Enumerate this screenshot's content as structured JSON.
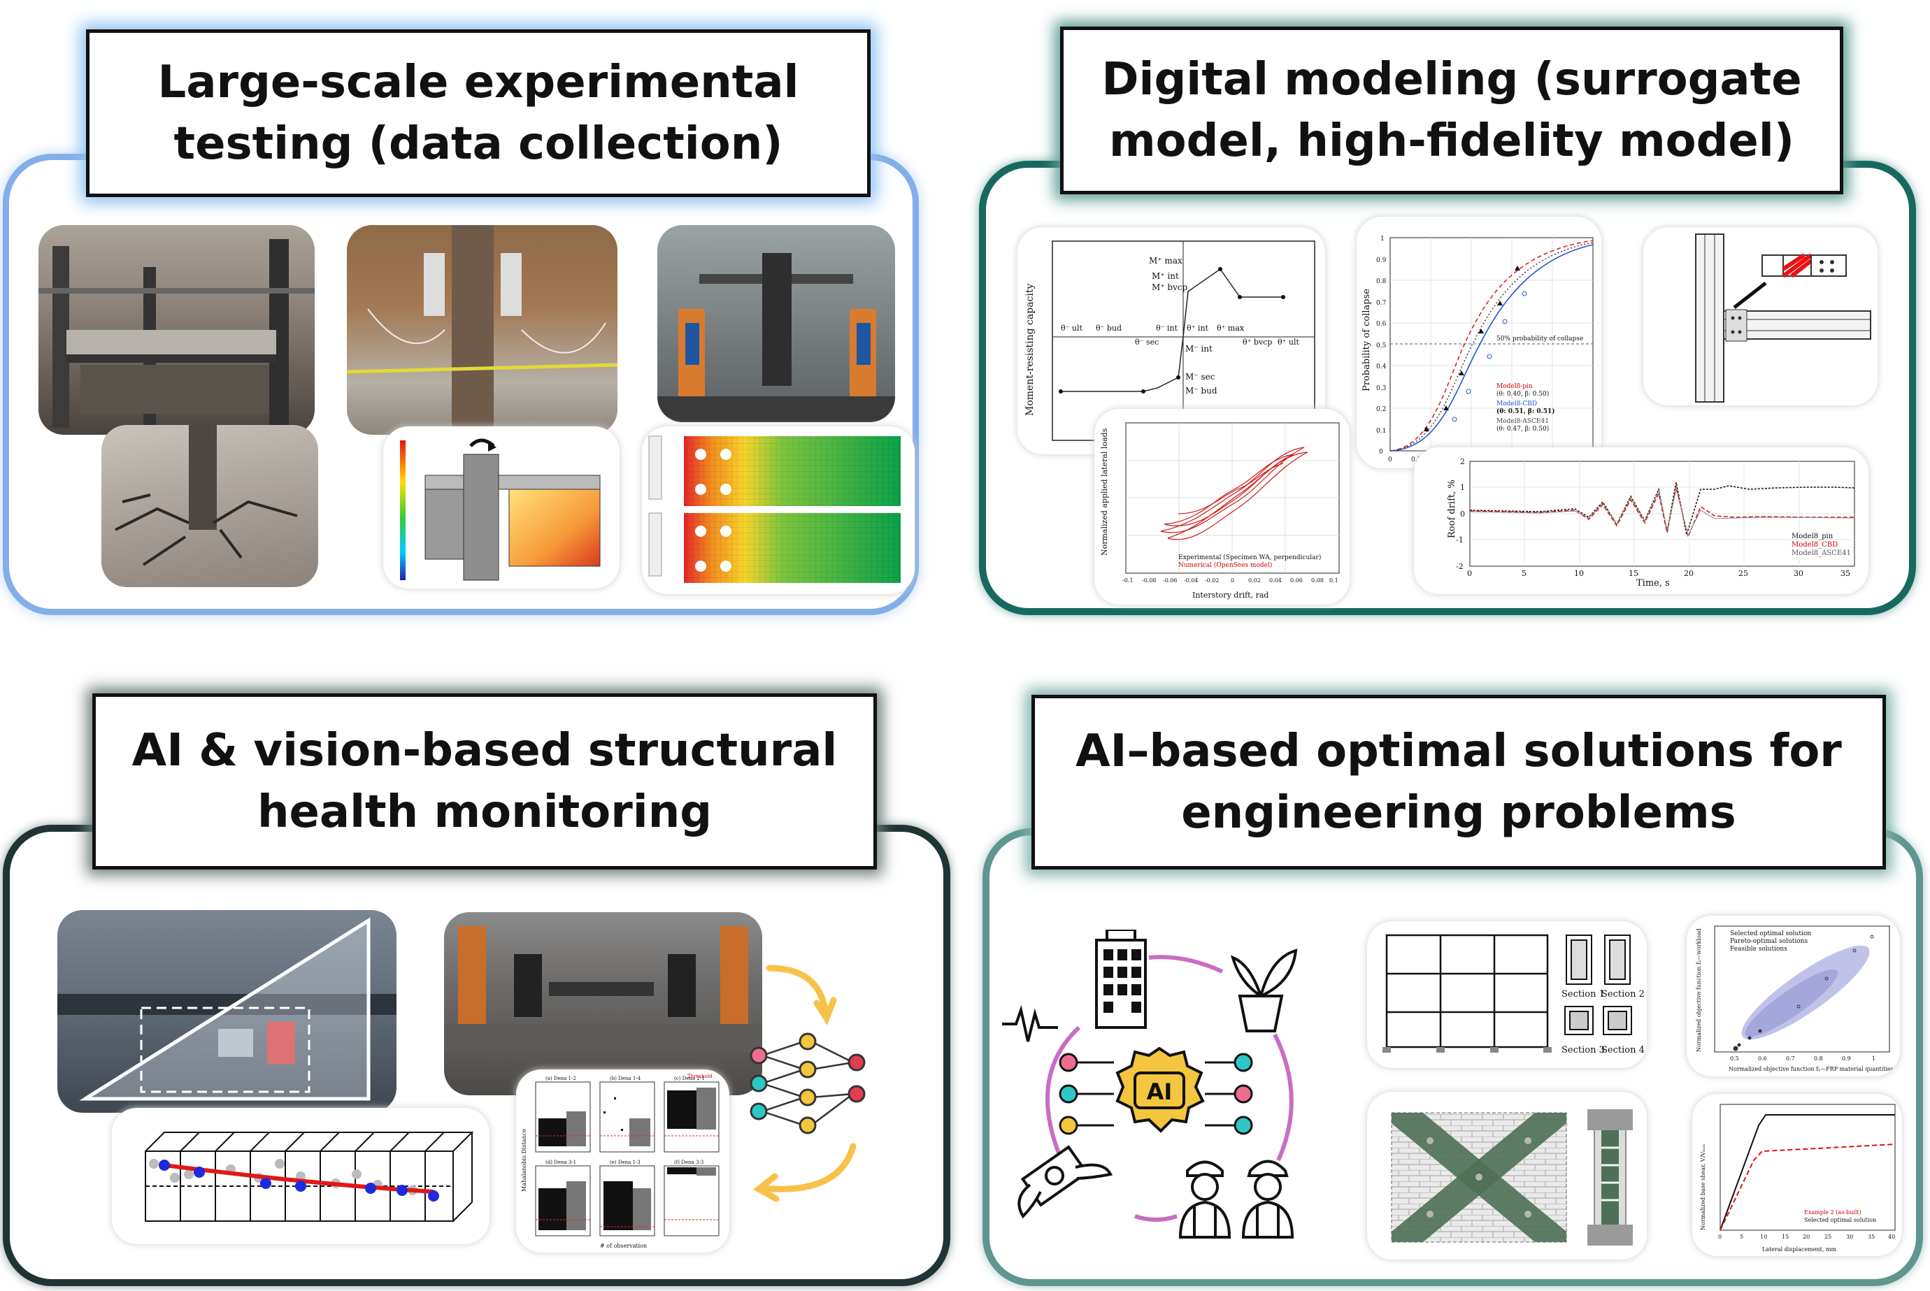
{
  "panels": {
    "experimental": {
      "title_line1": "Large-scale experimental",
      "title_line2": "testing (data collection)"
    },
    "modeling": {
      "title_line1": "Digital modeling (surrogate",
      "title_line2": "model, high-fidelity model)"
    },
    "shm": {
      "title_line1": "AI & vision-based  structural",
      "title_line2": "health monitoring"
    },
    "optimal": {
      "title_line1": "AI–based optimal solutions for",
      "title_line2": "engineering problems"
    }
  },
  "colors": {
    "experimental_border": "#82aeea",
    "modeling_border": "#17695f",
    "shm_border": "#1f3433",
    "optimal_border": "#5f968f"
  },
  "figures": {
    "backbone": {
      "ylabel": "Moment-resisting capacity",
      "labels": [
        "M⁺ max",
        "M⁺ int",
        "M⁺ bvcp",
        "M⁻ int",
        "M⁻ sec",
        "M⁻ bud",
        "θ⁻ ult",
        "θ⁻ bud",
        "θ⁻ sec",
        "θ⁻ int",
        "θ⁺ int",
        "θ⁺ max",
        "θ⁺ bvcp",
        "θ⁺ ult"
      ]
    },
    "hysteresis": {
      "ylabel": "Normalized applied lateral loads",
      "xlabel": "Interstory drift, rad",
      "legend": [
        "Experimental (Specimen WA, perpendicular)",
        "Numerical (OpenSees model)"
      ],
      "xticks": [
        "-0.1",
        "-0.08",
        "-0.06",
        "-0.04",
        "-0.02",
        "0",
        "0.02",
        "0.04",
        "0.06",
        "0.08",
        "0.1"
      ]
    },
    "fragility": {
      "ylabel": "Probability of collapse",
      "annotation": "50% probability of collapse",
      "yticks": [
        "0",
        "0.1",
        "0.2",
        "0.3",
        "0.4",
        "0.5",
        "0.6",
        "0.7",
        "0.8",
        "0.9",
        "1"
      ],
      "legend": [
        "Model8-pin",
        "(θ: 0.40, β: 0.50)",
        "Model8-CBD",
        "(θ: 0.51, β: 0.51)",
        "Model8-ASCE41",
        "(θ: 0.47, β: 0.50)"
      ],
      "xticks": [
        "0",
        "0.2"
      ]
    },
    "roof_drift": {
      "ylabel": "Roof drift, %",
      "xlabel": "Time, s",
      "xticks": [
        "0",
        "5",
        "10",
        "15",
        "20",
        "25",
        "30",
        "35"
      ],
      "yticks": [
        "2",
        "1",
        "0",
        "-1",
        "-2"
      ],
      "legend": [
        "Model8_pin",
        "Model8_CBD",
        "Model8_ASCE41"
      ]
    },
    "frame_sections": {
      "labels": [
        "Section 1",
        "Section 2",
        "Section 3",
        "Section 4"
      ]
    },
    "pareto": {
      "ylabel": "Normalized objective function f₂—workload",
      "xlabel": "Normalized objective function f₁—FRP material quantities",
      "legend": [
        "Selected optimal solution",
        "Pareto-optimal solutions",
        "Feasible solutions"
      ],
      "xticks": [
        "0.5",
        "0.6",
        "0.7",
        "0.8",
        "0.9",
        "1"
      ]
    },
    "pushover": {
      "ylabel": "Normalized base shear, V/Vₘₐₓ",
      "xlabel": "Lateral displacement, mm",
      "legend": [
        "Example 2 (as-built)",
        "Selected optimal solution"
      ],
      "xticks": [
        "0",
        "5",
        "10",
        "15",
        "20",
        "25",
        "30",
        "35",
        "40"
      ]
    },
    "mahalanobis": {
      "ylabel": "Mahalanobis Distance",
      "xlabel": "# of observation",
      "legend": [
        "Threshold"
      ],
      "subplots": [
        "(a) Dena 1-2",
        "(b) Dena 1-4",
        "(c) Dena 2-1",
        "(d) Dena 3-1",
        "(e) Dena 1-3",
        "(f) Dena 3-3"
      ]
    },
    "ai_badge": "AI"
  }
}
